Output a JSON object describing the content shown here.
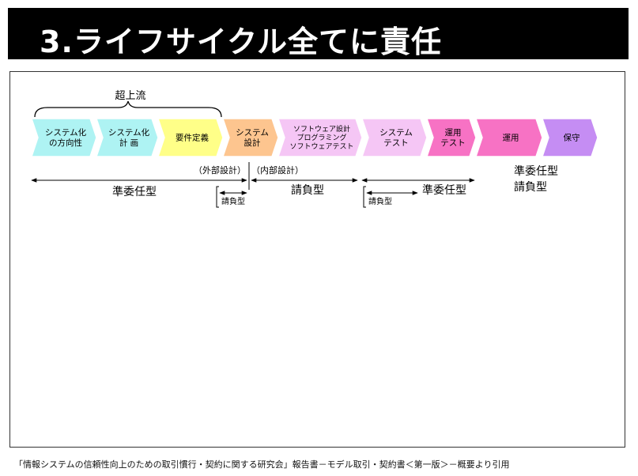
{
  "title": "3.ライフサイクル全てに責任",
  "brace_label": "超上流",
  "phases": [
    {
      "lines": [
        "システム化",
        "の方向性"
      ],
      "color": "#aef3f3"
    },
    {
      "lines": [
        "システム化",
        "計 画"
      ],
      "color": "#aef3f3"
    },
    {
      "lines": [
        "要件定義"
      ],
      "color": "#ffff88"
    },
    {
      "lines": [
        "システム",
        "設計"
      ],
      "color": "#fdc58f"
    },
    {
      "lines": [
        "ソフトウェア設計",
        "プログラミング",
        "ソフトウェアテスト"
      ],
      "color": "#f5c6f5"
    },
    {
      "lines": [
        "システム",
        "テスト"
      ],
      "color": "#f5c6f5"
    },
    {
      "lines": [
        "運用",
        "テスト"
      ],
      "color": "#f772c4"
    },
    {
      "lines": [
        "運用"
      ],
      "color": "#f772c4"
    },
    {
      "lines": [
        "保守"
      ],
      "color": "#c58df3"
    }
  ],
  "labels": {
    "external_design": "（外部設計）",
    "internal_design": "（内部設計）",
    "quasi_mandate_1": "準委任型",
    "contract_main": "請負型",
    "contract_small_1": "請負型",
    "contract_small_2": "請負型",
    "quasi_mandate_2": "準委任型",
    "right_quasi": "準委任型",
    "right_contract": "請負型"
  },
  "footer": "「情報システムの信頼性向上のための取引慣行・契約に関する研究会」報告書－モデル取引・契約書＜第一版＞－概要より引用"
}
